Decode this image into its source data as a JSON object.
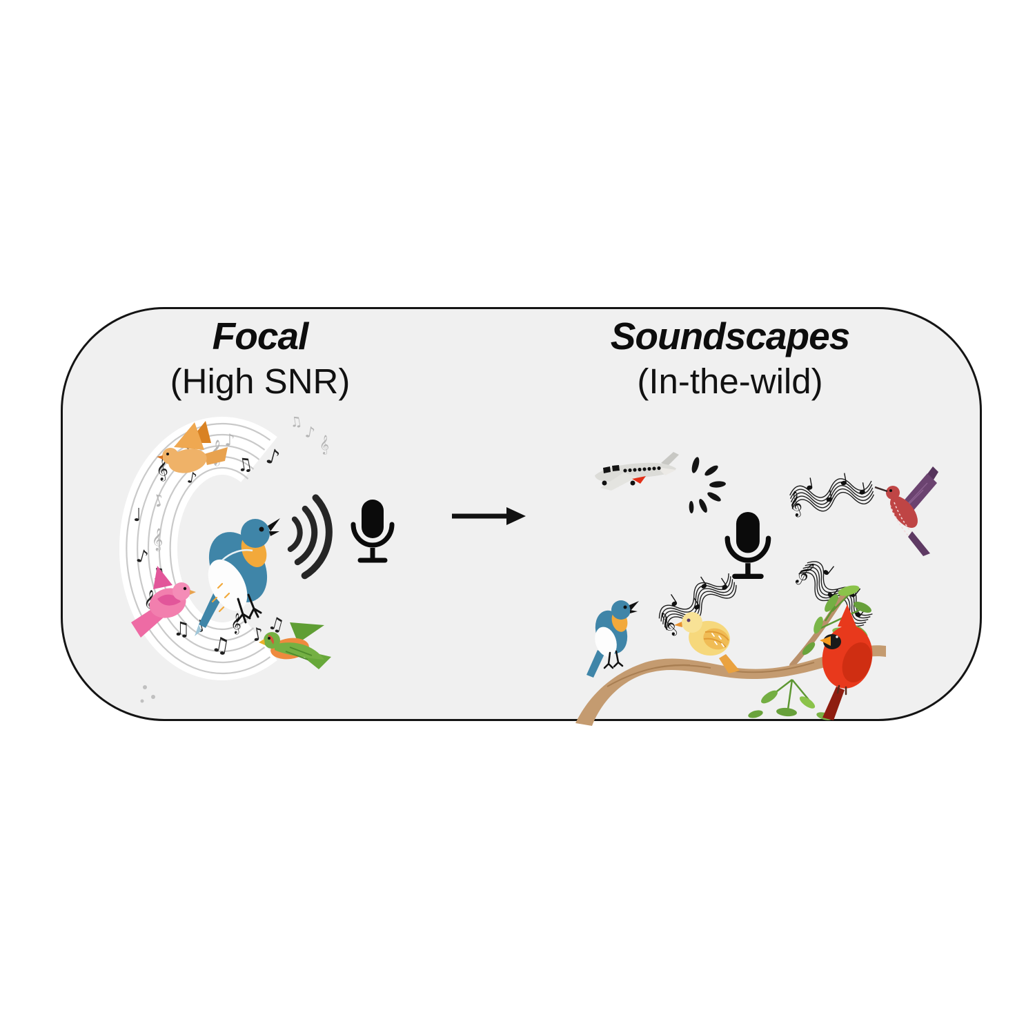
{
  "figure": {
    "background": "#ffffff",
    "panel_fill": "#f0f0f0",
    "panel_border": "#141414"
  },
  "focal": {
    "title": "Focal",
    "subtitle": "(High SNR)"
  },
  "soundscapes": {
    "title": "Soundscapes",
    "subtitle": "(In-the-wild)"
  },
  "icons": {
    "note_eighth": "♪",
    "note_beamed": "♫",
    "note_quarter": "♩",
    "treble_clef": "𝄞"
  },
  "palette": {
    "bluebird_blue": "#3f85a8",
    "bluebird_breast": "#f2a93b",
    "orange_bird": "#efb268",
    "pink_bird": "#f27fae",
    "parrot_green": "#74b043",
    "cardinal_red": "#e8391c",
    "hummingbird_purple": "#6b4370",
    "hummingbird_body": "#bf4545",
    "branch_brown": "#c49b70",
    "leaf_green": "#7ab648",
    "airplane_gray": "#d9d9d5",
    "ink_black": "#141414"
  }
}
